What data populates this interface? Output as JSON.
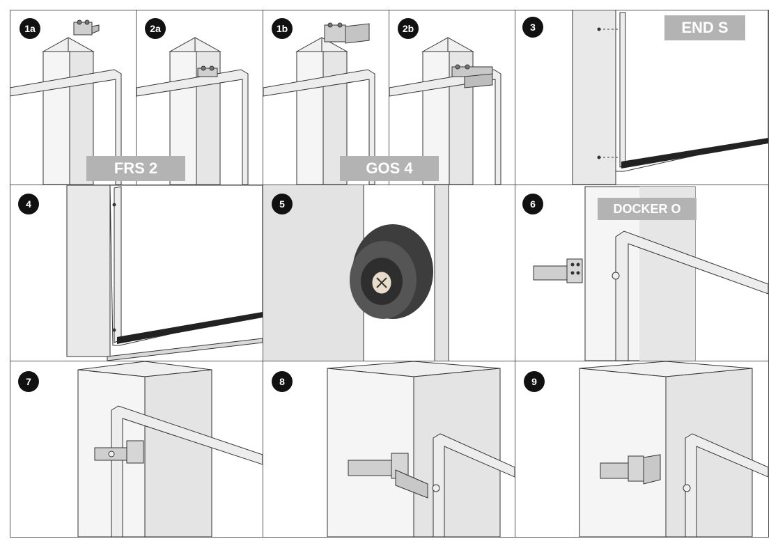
{
  "steps": {
    "s1a": "1a",
    "s2a": "2a",
    "s1b": "1b",
    "s2b": "2b",
    "s3": "3",
    "s4": "4",
    "s5": "5",
    "s6": "6",
    "s7": "7",
    "s8": "8",
    "s9": "9"
  },
  "labels": {
    "frs": "FRS 2",
    "gos": "GOS 4",
    "end": "END S",
    "docker": "DOCKER O"
  },
  "colors": {
    "badge": "#111111",
    "label_bg": "#b3b3b3",
    "post_light": "#f2f2f2",
    "post_shade": "#e3e3e3",
    "outline": "#333333",
    "bumper": "#4a4a4a"
  }
}
